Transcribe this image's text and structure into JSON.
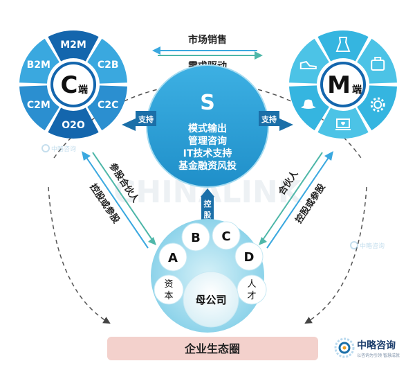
{
  "c_ring": {
    "center": "C",
    "center_suffix": "端",
    "segments": [
      "M2M",
      "C2B",
      "C2C",
      "O2O",
      "C2M",
      "B2M"
    ]
  },
  "m_ring": {
    "center": "M",
    "center_suffix": "端",
    "icons": [
      "dress-icon",
      "suitcase-icon",
      "gear-icon",
      "laptop-heart-icon",
      "hat-icon",
      "sneaker-icon"
    ]
  },
  "s_circle": {
    "title": "S",
    "lines": [
      "模式输出",
      "管理咨询",
      "IT技术支持",
      "基金融资风投"
    ]
  },
  "top_arrows": {
    "upper": "市场销售",
    "lower": "需求驱动"
  },
  "support_labels": {
    "left": "支持",
    "right": "支持"
  },
  "control_label": "控股",
  "left_arrows": {
    "outer": "参股合伙人",
    "inner": "控股或参股"
  },
  "right_arrows": {
    "outer": "合伙人",
    "inner": "控股或参股"
  },
  "parent": {
    "title": "母公司",
    "bubbles": [
      "A",
      "B",
      "C",
      "D"
    ],
    "left_bubble": "资本",
    "right_bubble": "人才"
  },
  "ecosystem_label": "企业生态圈",
  "logo": {
    "name": "中略咨询",
    "tagline": "以咨询为引领 智慧成就"
  },
  "watermarks": {
    "main": "CHINALINK",
    "small": "中略咨询"
  },
  "colors": {
    "c_dark": "#1466ad",
    "c_light": "#3aa8df",
    "m_light": "#4cc3e6",
    "s_fill": "#2a9fd6",
    "teal_arrow": "#4fb7a9",
    "label_box": "#1b6fa8",
    "banner": "#f3d1cc"
  }
}
